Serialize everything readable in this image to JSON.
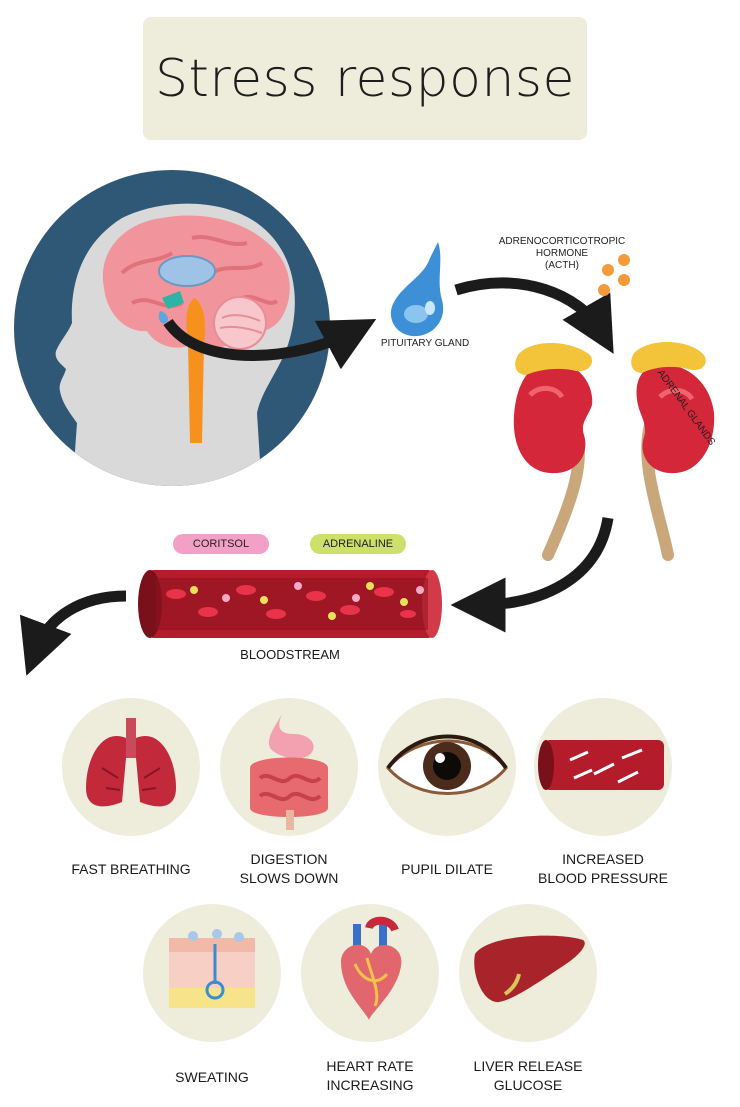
{
  "title": "Stress response",
  "labels": {
    "pituitary": "PITUITARY GLAND",
    "acth": [
      "ADRENOCORTICOTROPIC",
      "HORMONE",
      "(ACTH)"
    ],
    "adrenal": "ADRENAL GLANDS",
    "bloodstream": "BLOODSTREAM"
  },
  "hormones": [
    {
      "label": "CORITSOL",
      "color": "#f3a0c6"
    },
    {
      "label": "ADRENALINE",
      "color": "#cde06a"
    }
  ],
  "effects": [
    {
      "label": [
        "FAST BREATHING"
      ],
      "icon": "lungs-icon"
    },
    {
      "label": [
        "DIGESTION",
        "SLOWS DOWN"
      ],
      "icon": "intestines-icon"
    },
    {
      "label": [
        "PUPIL DILATE"
      ],
      "icon": "eye-icon"
    },
    {
      "label": [
        "INCREASED",
        "BLOOD PRESSURE"
      ],
      "icon": "blood-vessel-icon"
    },
    {
      "label": [
        "SWEATING"
      ],
      "icon": "skin-layers-icon"
    },
    {
      "label": [
        "HEART RATE",
        "INCREASING"
      ],
      "icon": "heart-icon"
    },
    {
      "label": [
        "LIVER RELEASE",
        "GLUCOSE"
      ],
      "icon": "liver-icon"
    }
  ],
  "colors": {
    "title_bg": "#eeeddb",
    "head_circle": "#2f5877",
    "arrow": "#1b1b1b",
    "kidney": "#d4273a",
    "adrenal": "#f3c33a",
    "vessel": "#b41c2b",
    "circle_bg": "#eeeddb"
  }
}
